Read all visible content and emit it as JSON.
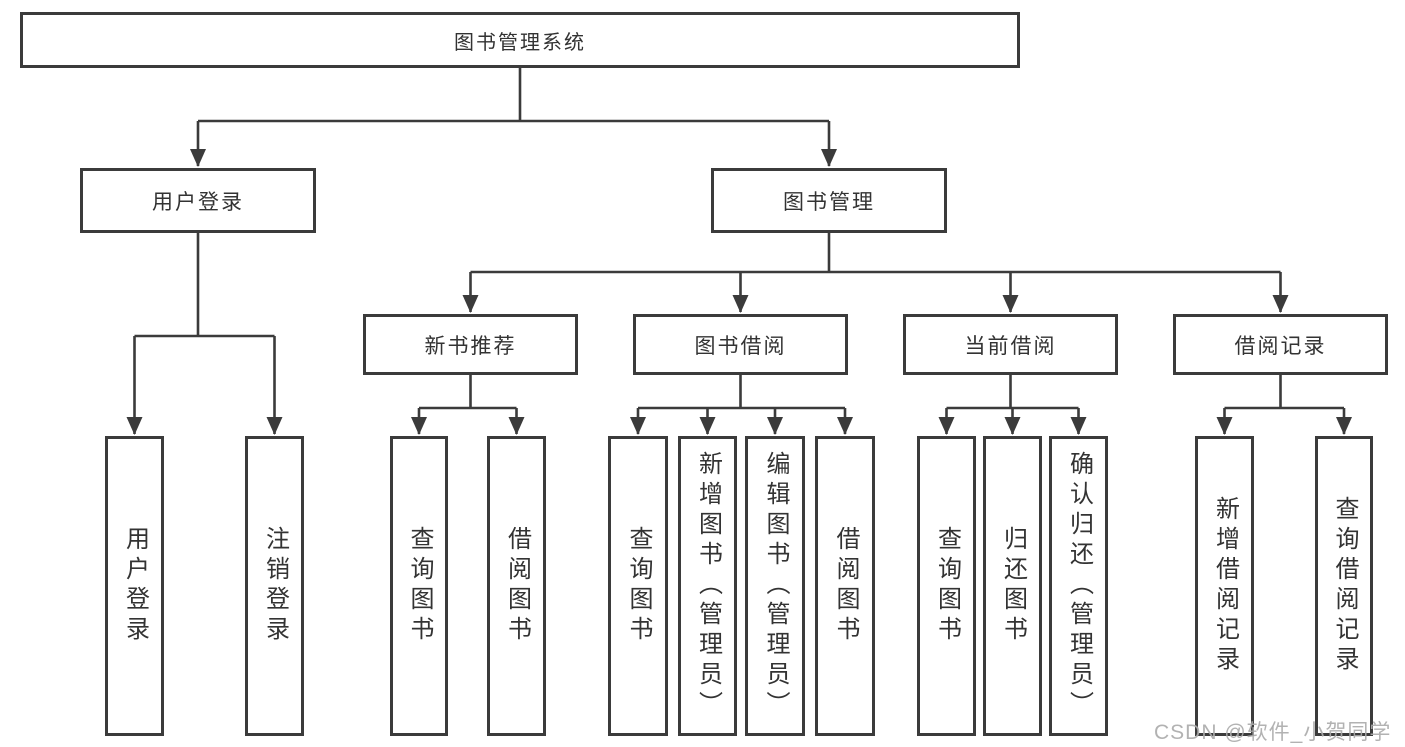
{
  "watermark": "CSDN @软件_小贺同学",
  "colors": {
    "line": "#3b3b3b",
    "box_border": "#3b3b3b",
    "text": "#333333",
    "background": "#ffffff",
    "watermark": "#ababab"
  },
  "nodes": {
    "root": "图书管理系统",
    "branches": [
      {
        "label": "用户登录",
        "children": [
          "用户登录",
          "注销登录"
        ]
      },
      {
        "label": "图书管理"
      }
    ],
    "modules": [
      {
        "label": "新书推荐",
        "children": [
          "查询图书",
          "借阅图书"
        ]
      },
      {
        "label": "图书借阅",
        "children": [
          "查询图书",
          "新增图书（管理员）",
          "编辑图书（管理员）",
          "借阅图书"
        ]
      },
      {
        "label": "当前借阅",
        "children": [
          "查询图书",
          "归还图书",
          "确认归还（管理员）"
        ]
      },
      {
        "label": "借阅记录",
        "children": [
          "新增借阅记录",
          "查询借阅记录"
        ]
      }
    ]
  }
}
